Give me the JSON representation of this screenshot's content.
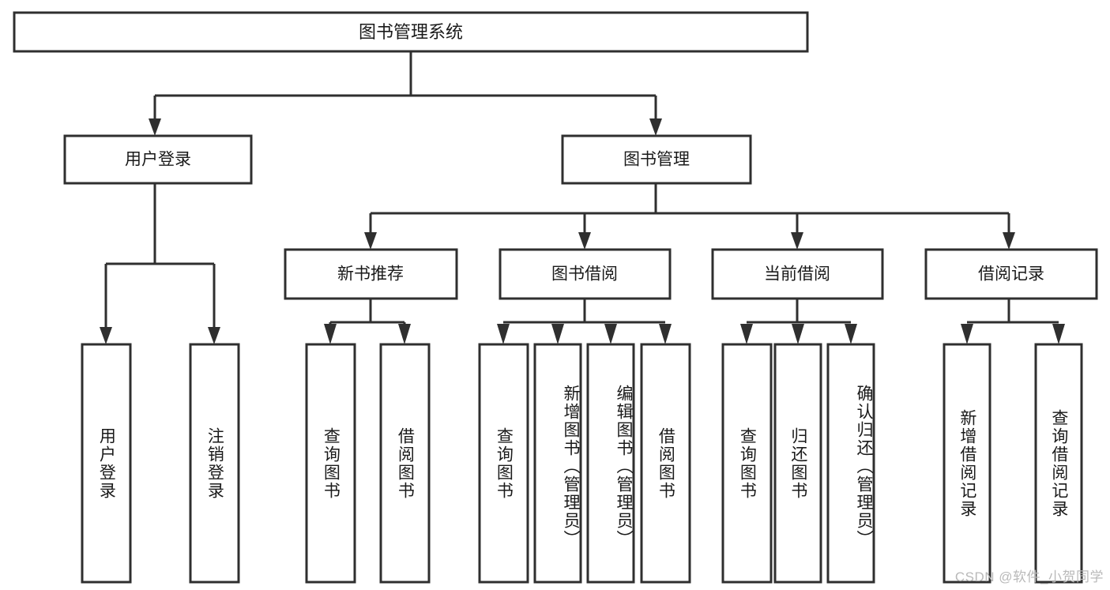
{
  "diagram": {
    "title": "图书管理系统",
    "type": "tree",
    "watermark": "CSDN @软件_小贺同学",
    "colors": {
      "background": "#ffffff",
      "box_fill": "#ffffff",
      "box_stroke": "#2f2f2f",
      "text": "#1a1a1a",
      "watermark": "#b9b9b9"
    },
    "root": {
      "label": "图书管理系统"
    },
    "level2": [
      {
        "label": "用户登录"
      },
      {
        "label": "图书管理"
      }
    ],
    "level3": [
      {
        "label": "新书推荐"
      },
      {
        "label": "图书借阅"
      },
      {
        "label": "当前借阅"
      },
      {
        "label": "借阅记录"
      }
    ],
    "leaves": {
      "user_login": [
        {
          "label": "用户登录"
        },
        {
          "label": "注销登录"
        }
      ],
      "new_book_recommend": [
        {
          "label": "查询图书"
        },
        {
          "label": "借阅图书"
        }
      ],
      "book_borrow": [
        {
          "label": "查询图书"
        },
        {
          "label": "新增图书（管理员）"
        },
        {
          "label": "编辑图书（管理员）"
        },
        {
          "label": "借阅图书"
        }
      ],
      "current_borrow": [
        {
          "label": "查询图书"
        },
        {
          "label": "归还图书"
        },
        {
          "label": "确认归还（管理员）"
        }
      ],
      "borrow_record": [
        {
          "label": "新增借阅记录"
        },
        {
          "label": "查询借阅记录"
        }
      ]
    }
  }
}
